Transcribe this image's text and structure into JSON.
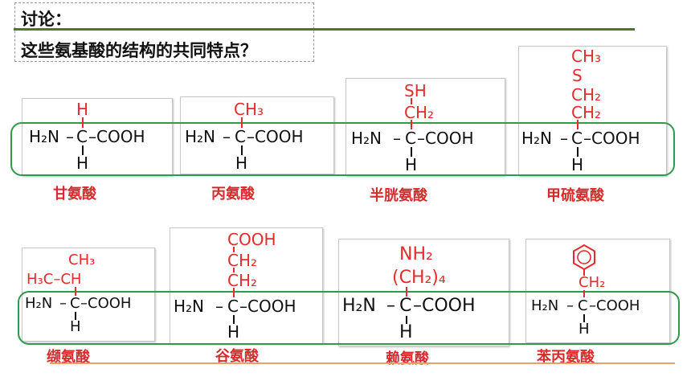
{
  "question": {
    "title": "讨论：",
    "prompt": "这些氨基酸的结构的共同特点？"
  },
  "backbone": {
    "amino": "H₂N",
    "dash": "–",
    "carbon": "C",
    "carboxyl": "–COOH",
    "hydrogen": "H"
  },
  "amino_acids": [
    {
      "name": "甘氨酸",
      "side_chain": [
        "H"
      ]
    },
    {
      "name": "丙氨酸",
      "side_chain": [
        "CH₃"
      ]
    },
    {
      "name": "半胱氨酸",
      "side_chain": [
        "SH",
        "CH₂"
      ]
    },
    {
      "name": "甲硫氨酸",
      "side_chain": [
        "CH₃",
        "S",
        "CH₂",
        "CH₂"
      ]
    },
    {
      "name": "缬氨酸",
      "side_chain": [
        "CH₃",
        "H₃C–CH"
      ]
    },
    {
      "name": "谷氨酸",
      "side_chain": [
        "COOH",
        "CH₂",
        "CH₂"
      ]
    },
    {
      "name": "赖氨酸",
      "side_chain": [
        "NH₂",
        "(CH₂)₄"
      ]
    },
    {
      "name": "苯丙氨酸",
      "side_chain": [
        "benzene-ring",
        "CH₂"
      ]
    }
  ],
  "colors": {
    "side_chain": "#e52b2b",
    "frame": "#2e9a4a",
    "rule": "#4a7a28",
    "underline": "#e3a368"
  }
}
